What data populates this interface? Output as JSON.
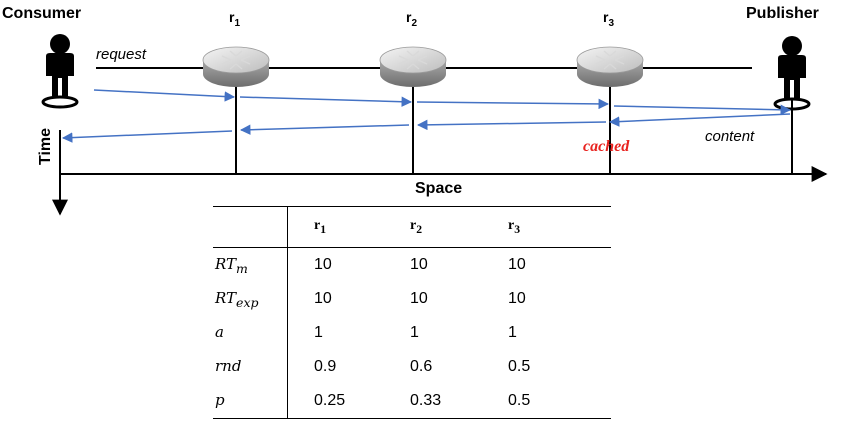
{
  "actors": {
    "consumer": "Consumer",
    "publisher": "Publisher"
  },
  "routers": {
    "r1": {
      "base": "r",
      "sub": "1"
    },
    "r2": {
      "base": "r",
      "sub": "2"
    },
    "r3": {
      "base": "r",
      "sub": "3"
    }
  },
  "labels": {
    "request": "request",
    "content": "content",
    "cached": "cached",
    "time_axis": "Time",
    "space_axis": "Space"
  },
  "colors": {
    "arrow": "#4472c4",
    "cached": "#e8231f",
    "axis": "#000000"
  },
  "table": {
    "headers": [
      {
        "base": "",
        "sub": ""
      },
      {
        "base": "r",
        "sub": "1"
      },
      {
        "base": "r",
        "sub": "2"
      },
      {
        "base": "r",
        "sub": "3"
      }
    ],
    "rows": [
      {
        "label": {
          "base": "RT",
          "sub": "m"
        },
        "values": [
          "10",
          "10",
          "10"
        ]
      },
      {
        "label": {
          "base": "RT",
          "sub": "exp"
        },
        "values": [
          "10",
          "10",
          "10"
        ]
      },
      {
        "label": {
          "base": "a",
          "sub": ""
        },
        "values": [
          "1",
          "1",
          "1"
        ]
      },
      {
        "label": {
          "base": "rnd",
          "sub": ""
        },
        "values": [
          "0.9",
          "0.6",
          "0.5"
        ]
      },
      {
        "label": {
          "base": "p",
          "sub": ""
        },
        "values": [
          "0.25",
          "0.33",
          "0.5"
        ]
      }
    ]
  }
}
